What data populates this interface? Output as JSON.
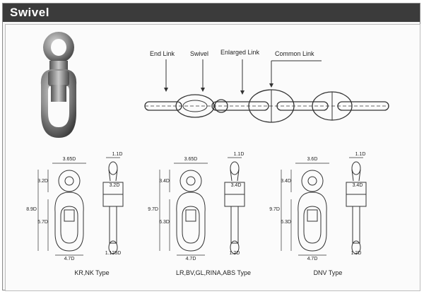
{
  "header": {
    "title": "Swivel"
  },
  "chain": {
    "labels": [
      "End Link",
      "Swivel",
      "Enlarged Link",
      "Common  Link"
    ]
  },
  "types": [
    {
      "caption": "KR,NK Type",
      "width": "3.65D",
      "head": "3.2D",
      "overall": "8.9D",
      "lower": "5.7D",
      "base": "4.7D",
      "side_top": "1.1D",
      "side_mid": "3.2D",
      "side_bot": "1.125D"
    },
    {
      "caption": "LR,BV,GL,RINA,ABS Type",
      "width": "3.65D",
      "head": "3.4D",
      "overall": "9.7D",
      "lower": "6.3D",
      "base": "4.7D",
      "side_top": "1.1D",
      "side_mid": "3.4D",
      "side_bot": "1.2D"
    },
    {
      "caption": "DNV Type",
      "width": "3.6D",
      "head": "3.4D",
      "overall": "9.7D",
      "lower": "6.3D",
      "base": "4.7D",
      "side_top": "1.1D",
      "side_mid": "3.4D",
      "side_bot": "1.2D"
    }
  ]
}
